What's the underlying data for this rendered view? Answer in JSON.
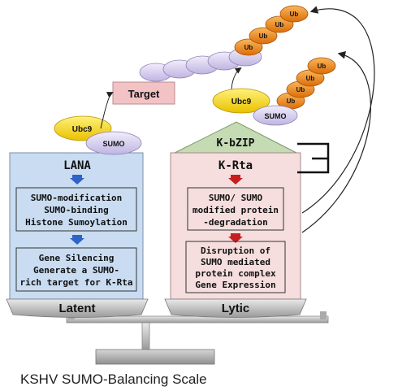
{
  "caption": "KSHV SUMO-Balancing Scale",
  "left_panel": {
    "title": "LANA",
    "box1": [
      "SUMO-modification",
      "SUMO-binding",
      "Histone Sumoylation"
    ],
    "box2": [
      "Gene Silencing",
      "Generate a SUMO-",
      "rich target for K-Rta"
    ],
    "base_label": "Latent"
  },
  "right_panel": {
    "triangle_label": "K-bZIP",
    "title": "K-Rta",
    "box1": [
      "SUMO/ SUMO",
      "modified protein",
      "-degradation"
    ],
    "box2": [
      "Disruption of",
      "SUMO mediated",
      "protein complex",
      "Gene Expression"
    ],
    "base_label": "Lytic"
  },
  "molecules": {
    "ubc9_left": "Ubc9",
    "sumo_left": "SUMO",
    "target": "Target",
    "ubc9_right": "Ubc9",
    "sumo_right": "SUMO",
    "ub_label": "Ub"
  },
  "colors": {
    "panel_blue": "#c9dcf1",
    "panel_pink": "#f6dede",
    "triangle_green": "#c5dbb3",
    "ubc9_yellow": "#f7d81c",
    "sumo_lavender": "#d7cfee",
    "ub_orange": "#ee8a1c",
    "target_pink": "#f3c2c5",
    "arrow_blue": "#2e63c8",
    "arrow_red": "#c81e1e",
    "scale_gray": "#b5b5b5"
  }
}
